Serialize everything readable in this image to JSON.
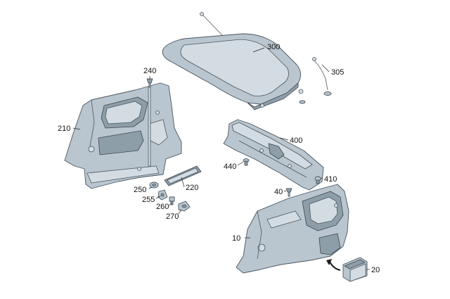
{
  "labels": {
    "l300": "300",
    "l305": "305",
    "l240": "240",
    "l210": "210",
    "l400": "400",
    "l440": "440",
    "l410": "410",
    "l40": "40",
    "l250": "250",
    "l220": "220",
    "l255": "255",
    "l260": "260",
    "l270": "270",
    "l10": "10",
    "l20": "20"
  },
  "colors": {
    "part_fill": "#b9c6cf",
    "part_shadow": "#8e9ea9",
    "outline": "#4a5560",
    "arrow": "#1a1a1a"
  }
}
